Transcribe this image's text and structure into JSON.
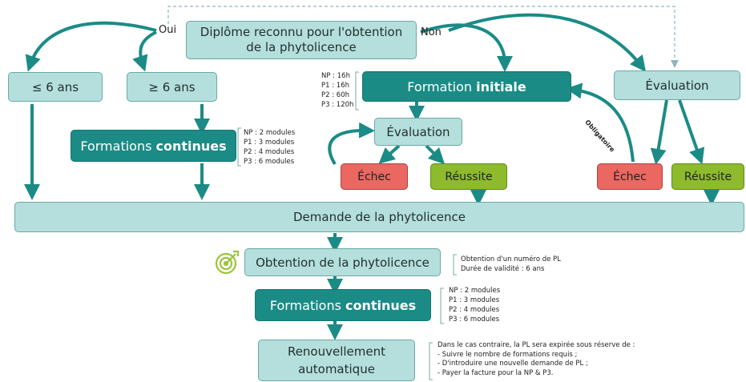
{
  "diagram": {
    "top_question": [
      "Diplôme reconnu pour l'obtention",
      "de la phytolicence"
    ],
    "yes_label": "Oui",
    "no_label": "Non",
    "le6": "≤ 6 ans",
    "ge6": "≥ 6 ans",
    "continuing_training": {
      "prefix": "Formations ",
      "bold": "continues"
    },
    "continuing_modules": [
      "NP : 2 modules",
      "P1 : 3 modules",
      "P2 : 4 modules",
      "P3 : 6 modules"
    ],
    "initial_training": {
      "prefix": "Formation ",
      "bold": "initiale"
    },
    "initial_hours": [
      "NP : 16h",
      "P1 : 16h",
      "P2 : 60h",
      "P3 : 120h"
    ],
    "evaluation": "Évaluation",
    "fail": "Échec",
    "success": "Réussite",
    "mandatory": "Obligatoire",
    "evaluation_right": "Évaluation",
    "fail_right": "Échec",
    "success_right": "Réussite",
    "request": "Demande de la phytolicence",
    "obtention": "Obtention de la phytolicence",
    "obtention_notes": [
      "Obtention d'un numéro de PL",
      "Durée de validité : 6 ans"
    ],
    "continuing_training_2": {
      "prefix": "Formations ",
      "bold": "continues"
    },
    "continuing_modules_2": [
      "NP : 2 modules",
      "P1 : 3 modules",
      "P2 : 4 modules",
      "P3 : 6 modules"
    ],
    "renewal": [
      "Renouvellement",
      "automatique"
    ],
    "renewal_notes": [
      "Dans le cas contraire, la PL sera expirée sous réserve de :",
      "-   Suivre le nombre de formations requis ;",
      "-   D'introduire une nouvelle demande de PL ;",
      "-   Payer la facture pour la NP & P3."
    ],
    "colors": {
      "dark_teal": "#1b8b86",
      "light_teal": "#b5dfdc",
      "fail_red": "#ea6762",
      "success_green": "#8dbb2c",
      "target_icon": "#9cc43a"
    }
  }
}
